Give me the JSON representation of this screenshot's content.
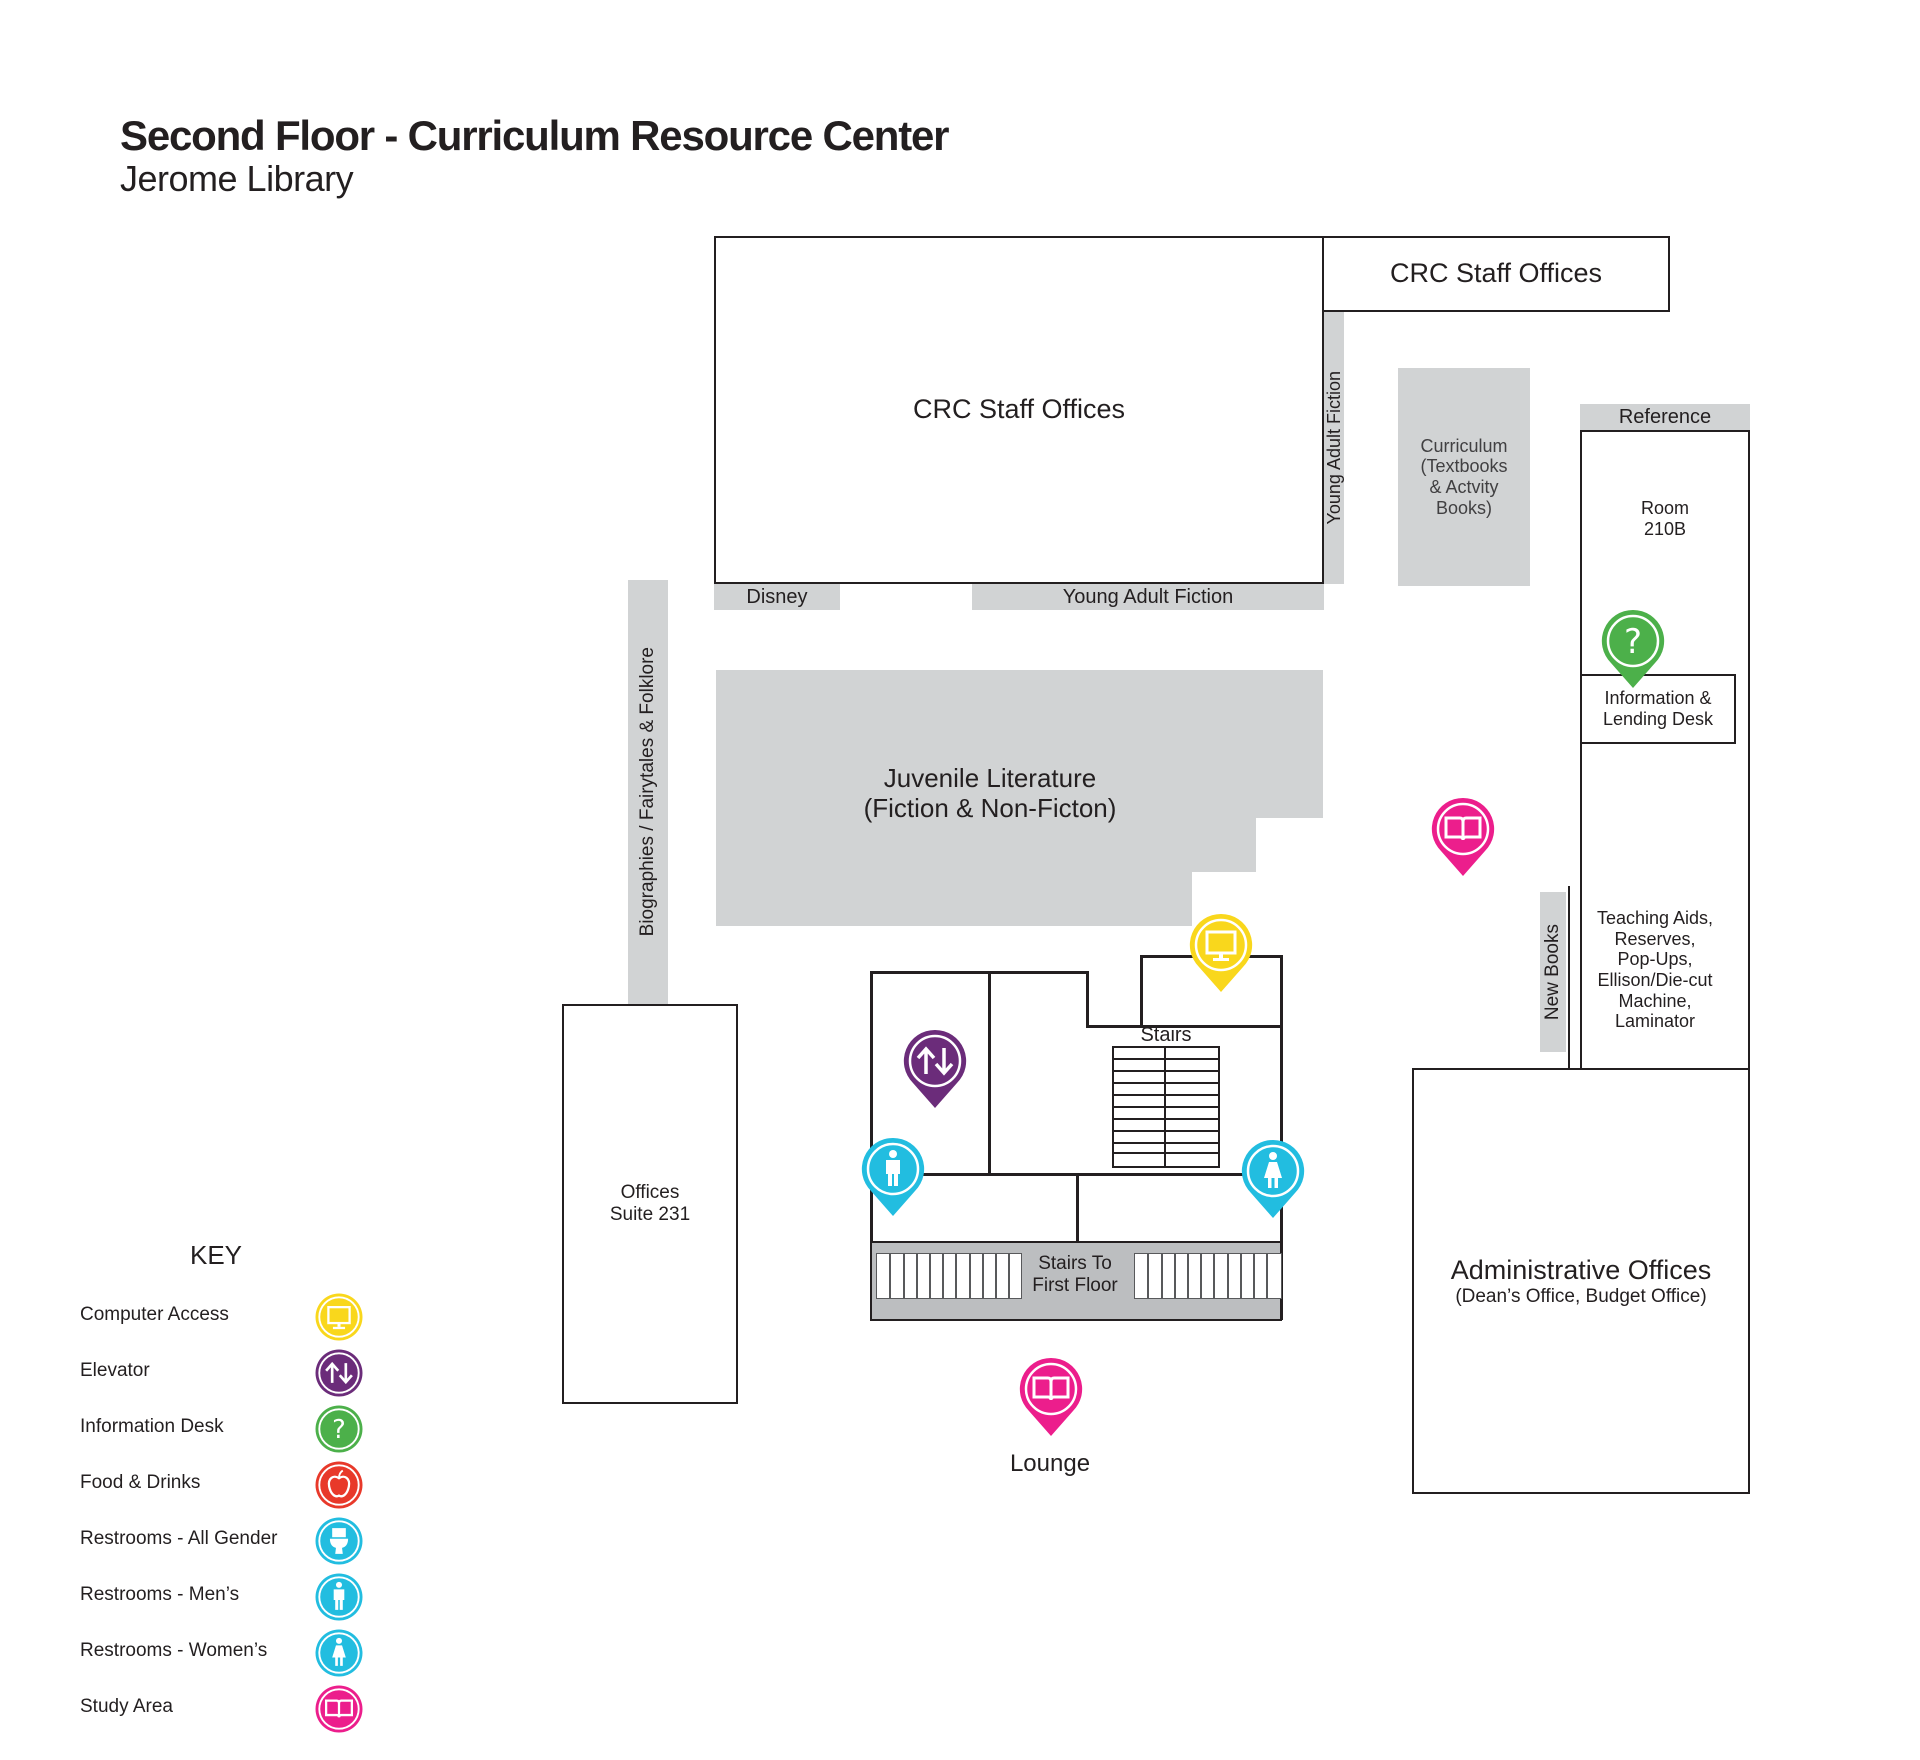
{
  "header": {
    "title": "Second Floor - Curriculum Resource Center",
    "subtitle": "Jerome Library"
  },
  "rooms": {
    "crc_staff_main": "CRC Staff Offices",
    "crc_staff_top_right": "CRC Staff Offices",
    "room_210b": "Room\n210B",
    "info_lending_desk": "Information &\nLending Desk",
    "teaching_aids": "Teaching Aids,\nReserves,\nPop-Ups,\nEllison/Die-cut\nMachine,\nLaminator",
    "offices_suite": "Offices\nSuite 231",
    "admin_offices": "Administrative Offices",
    "admin_offices_sub": "(Dean’s Office, Budget Office)",
    "stairs": "Stairs",
    "stairs_first_floor": "Stairs To\nFirst Floor",
    "lounge": "Lounge"
  },
  "shelves": {
    "disney": "Disney",
    "ya_fiction_horizontal": "Young Adult Fiction",
    "ya_fiction_vertical": "Young Adult Fiction",
    "curriculum": "Curriculum\n(Textbooks\n& Actvity\nBooks)",
    "reference": "Reference",
    "juvenile_lit": "Juvenile Literature\n(Fiction & Non-Ficton)",
    "biographies": "Biographies / Fairytales & Folklore",
    "new_books": "New Books"
  },
  "key": {
    "title": "KEY",
    "items": [
      {
        "label": "Computer Access",
        "icon": "computer-icon",
        "color": "#f9d71c"
      },
      {
        "label": "Elevator",
        "icon": "elevator-icon",
        "color": "#6b2c7a"
      },
      {
        "label": "Information Desk",
        "icon": "question-icon",
        "color": "#4cb04a"
      },
      {
        "label": "Food & Drinks",
        "icon": "apple-icon",
        "color": "#e8392a"
      },
      {
        "label": "Restrooms - All Gender",
        "icon": "toilet-icon",
        "color": "#22bde0"
      },
      {
        "label": "Restrooms - Men’s",
        "icon": "man-icon",
        "color": "#22bde0"
      },
      {
        "label": "Restrooms - Women’s",
        "icon": "woman-icon",
        "color": "#22bde0"
      },
      {
        "label": "Study Area",
        "icon": "book-icon",
        "color": "#ec1e8c"
      }
    ]
  },
  "colors": {
    "shelf_gray": "#d1d3d4",
    "wall": "#231f20",
    "stair_gray": "#bcbec0"
  }
}
